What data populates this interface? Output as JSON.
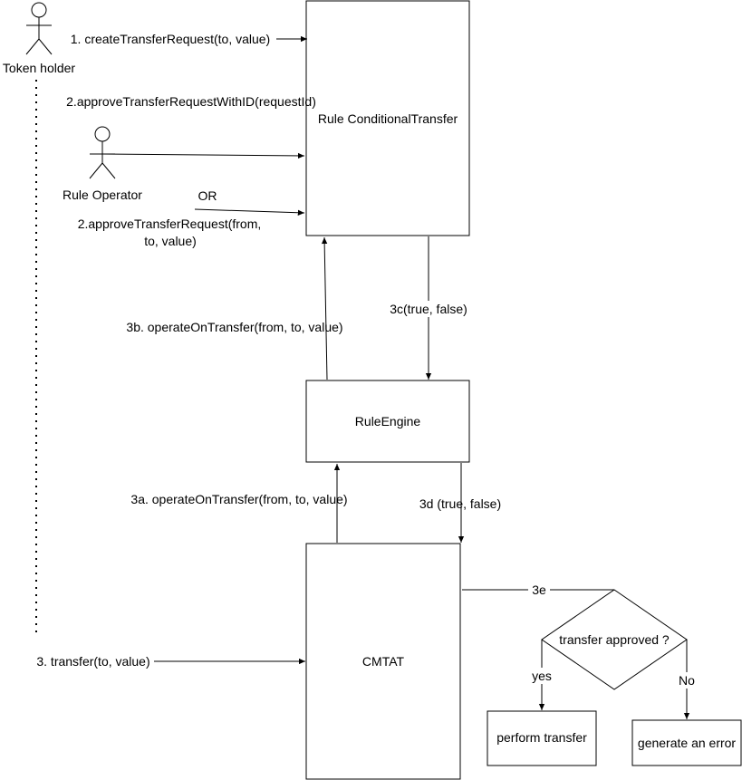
{
  "actors": {
    "token_holder": "Token holder",
    "rule_operator": "Rule Operator"
  },
  "boxes": {
    "rule_conditional_transfer": "Rule ConditionalTransfer",
    "rule_engine": "RuleEngine",
    "cmtat": "CMTAT",
    "perform_transfer": "perform transfer",
    "generate_error": "generate an error"
  },
  "decision": {
    "question": "transfer approved ?",
    "yes": "yes",
    "no": "No"
  },
  "labels": {
    "create_transfer_request": "1. createTransferRequest(to, value)",
    "approve_with_id": "2.approveTransferRequestWithID(requestId)",
    "or": "OR",
    "approve_request_line1": "2.approveTransferRequest(from,",
    "approve_request_line2": "to, value)",
    "operate_3b": "3b. operateOnTransfer(from, to, value)",
    "result_3c": "3c(true, false)",
    "operate_3a": "3a. operateOnTransfer(from, to, value)",
    "result_3d": "3d (true, false)",
    "transfer_3": "3. transfer(to, value)",
    "step_3e": "3e"
  }
}
